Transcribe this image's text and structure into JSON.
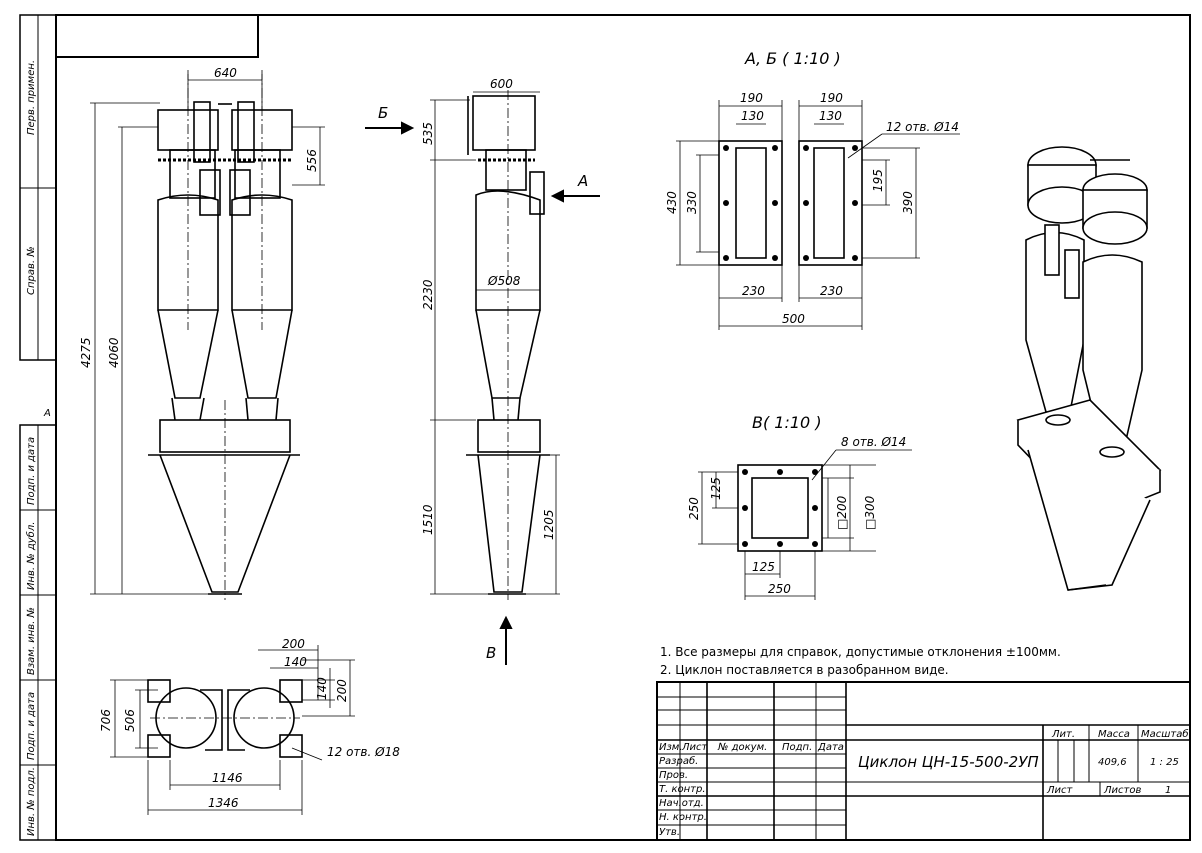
{
  "left_strip": {
    "perv_primen": "Перв. примен.",
    "sprav_no": "Справ. №",
    "letter_a": "А",
    "podp_data_1": "Подп. и дата",
    "inv_dubl": "Инв. № дубл.",
    "vzam_inv": "Взам. инв. №",
    "podp_data_2": "Подп. и дата",
    "inv_podl": "Инв. № подл."
  },
  "front_view": {
    "dim_640": "640",
    "dim_556": "556",
    "dim_4275": "4275",
    "dim_4060": "4060"
  },
  "side_view": {
    "dim_600": "600",
    "dim_535": "535",
    "dim_2230": "2230",
    "dim_1510": "1510",
    "dim_1205": "1205",
    "diam_508": "Ø508",
    "arrow_b_top": "Б",
    "arrow_a": "А",
    "arrow_v": "В"
  },
  "top_view": {
    "dim_200": "200",
    "dim_140a": "140",
    "dim_140b": "140",
    "dim_200b": "200",
    "dim_706": "706",
    "dim_506": "506",
    "dim_1146": "1146",
    "dim_1346": "1346",
    "holes": "12 отв. Ø18"
  },
  "section_ab": {
    "title": "А, Б ( 1:10 )",
    "dim_190a": "190",
    "dim_190b": "190",
    "dim_130a": "130",
    "dim_130b": "130",
    "holes": "12 отв. Ø14",
    "dim_430": "430",
    "dim_330": "330",
    "dim_195": "195",
    "dim_390": "390",
    "dim_230a": "230",
    "dim_230b": "230",
    "dim_500": "500"
  },
  "section_v": {
    "title": "В( 1:10 )",
    "holes": "8 отв. Ø14",
    "dim_250v": "250",
    "dim_125v": "125",
    "dim_200": "□200",
    "dim_300": "□300",
    "dim_125h": "125",
    "dim_250h": "250"
  },
  "notes": [
    "1. Все размеры для справок, допустимые отклонения ±100мм.",
    "2. Циклон поставляется в разобранном виде."
  ],
  "title_block": {
    "izm": "Изм.",
    "list": "Лист",
    "doc_no": "№ докум.",
    "podp": "Подп.",
    "data": "Дата",
    "razrab": "Разраб.",
    "prov": "Пров.",
    "t_kontr": "Т. контр.",
    "nach_otd": "Нач.отд.",
    "n_kontr": "Н. контр.",
    "utv": "Утв.",
    "name": "Циклон ЦН-15-500-2УП",
    "lit": "Лит.",
    "massa": "Масса",
    "masshtab": "Масштаб",
    "mass_value": "409,6",
    "scale_value": "1 : 25",
    "sheet_label": "Лист",
    "sheets_label": "Листов",
    "sheets_value": "1"
  }
}
